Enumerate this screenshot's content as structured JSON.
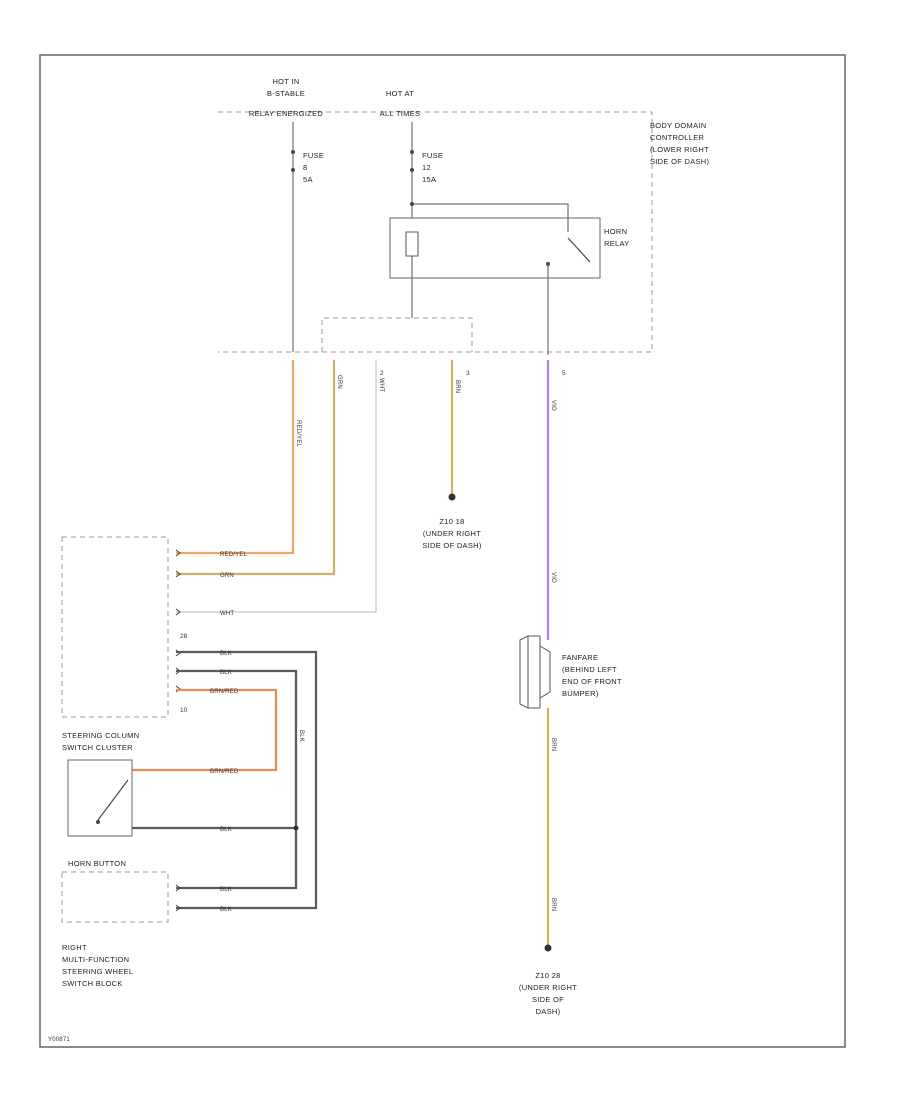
{
  "power": {
    "hot_run_l1": "HOT IN",
    "hot_run_l2": "B-STABLE",
    "hot_run_l3": "RELAY ENERGIZED",
    "hot_at_l1": "HOT AT",
    "hot_at_l2": "ALL TIMES"
  },
  "fuses": {
    "f1": {
      "l1": "FUSE",
      "l2": "8",
      "l3": "5A"
    },
    "f2": {
      "l1": "FUSE",
      "l2": "12",
      "l3": "15A"
    }
  },
  "bdc": {
    "l1": "BODY DOMAIN",
    "l2": "CONTROLLER",
    "l3": "(LOWER RIGHT",
    "l4": "SIDE OF DASH)"
  },
  "relay": {
    "l1": "HORN",
    "l2": "RELAY"
  },
  "bdc_pins": {
    "p2": "2",
    "p3": "3",
    "p5": "5"
  },
  "wires": {
    "red_yel": "RED/YEL",
    "grn": "GRN",
    "wht": "WHT",
    "brn": "BRN",
    "vio": "VIO",
    "blk": "BLK",
    "brn_red": "BRN/RED"
  },
  "grounds": {
    "g1": {
      "l1": "Z10 18",
      "l2": "(UNDER RIGHT",
      "l3": "SIDE OF DASH)"
    },
    "g2": {
      "l1": "Z10 28",
      "l2": "(UNDER RIGHT",
      "l3": "SIDE OF",
      "l4": "DASH)"
    }
  },
  "fanfare": {
    "l1": "FANFARE",
    "l2": "(BEHIND LEFT",
    "l3": "END OF FRONT",
    "l4": "BUMPER)"
  },
  "steering_pins": {
    "p28": "28",
    "p10": "10"
  },
  "scs": {
    "l1": "STEERING COLUMN",
    "l2": "SWITCH CLUSTER"
  },
  "horn_button": {
    "label": "HORN BUTTON"
  },
  "rmf": {
    "l1": "RIGHT",
    "l2": "MULTI-FUNCTION",
    "l3": "STEERING WHEEL",
    "l4": "SWITCH BLOCK"
  },
  "page_code": "Y00871",
  "colors": {
    "red_yel": "#f3a561",
    "grn": "#c9b36a",
    "wht": "#cfcfcf",
    "brn": "#d2b25e",
    "vio": "#b27ee8",
    "blk": "#5a5a5a",
    "brn_red": "#e48a52"
  }
}
